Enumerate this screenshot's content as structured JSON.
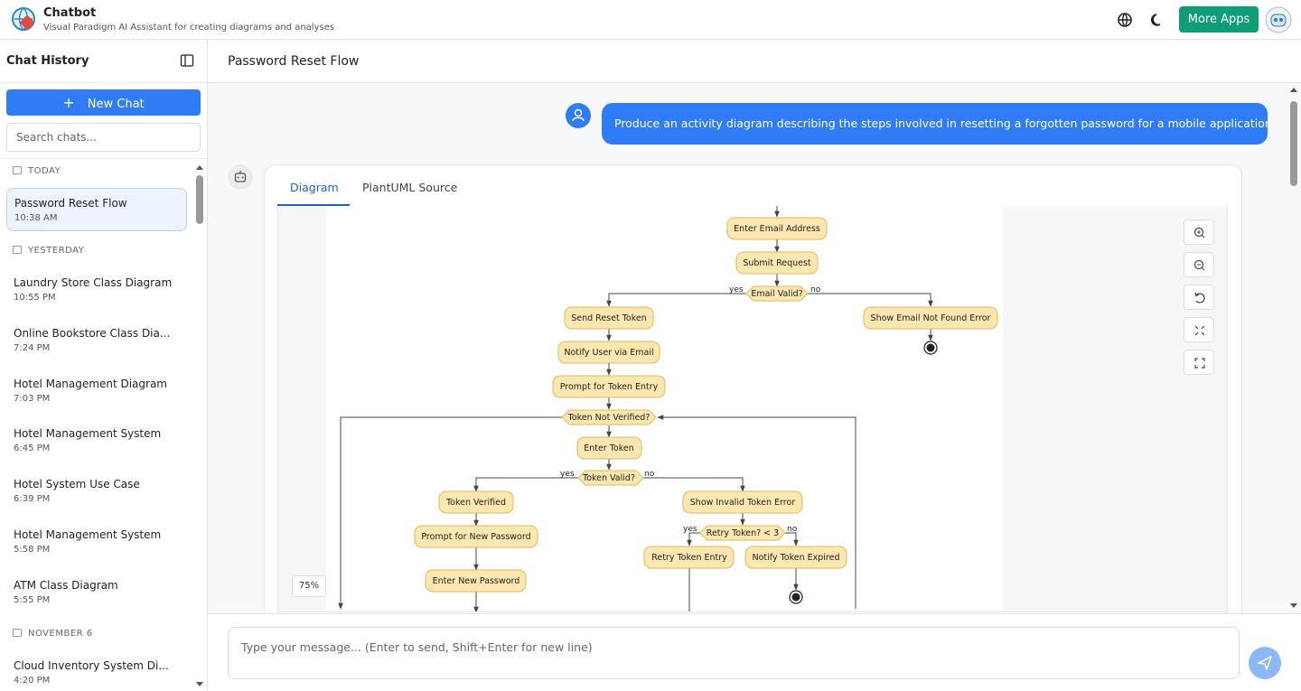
{
  "app": {
    "title": "Chatbot",
    "subtitle": "Visual Paradigm AI Assistant for creating diagrams and analyses",
    "more_apps_label": "More Apps"
  },
  "sidebar": {
    "title": "Chat History",
    "new_chat_label": "New Chat",
    "search_placeholder": "Search chats...",
    "groups": [
      {
        "label": "TODAY",
        "items": [
          {
            "title": "Password Reset Flow",
            "time": "10:38 AM",
            "active": true
          }
        ]
      },
      {
        "label": "YESTERDAY",
        "items": [
          {
            "title": "Laundry Store Class Diagram",
            "time": "10:55 PM"
          },
          {
            "title": "Online Bookstore Class Dia...",
            "time": "7:24 PM"
          },
          {
            "title": "Hotel Management Diagram",
            "time": "7:03 PM"
          },
          {
            "title": "Hotel Management System",
            "time": "6:45 PM"
          },
          {
            "title": "Hotel System Use Case",
            "time": "6:39 PM"
          },
          {
            "title": "Hotel Management System",
            "time": "5:58 PM"
          },
          {
            "title": "ATM Class Diagram",
            "time": "5:55 PM"
          }
        ]
      },
      {
        "label": "NOVEMBER 6",
        "items": [
          {
            "title": "Cloud Inventory System Di...",
            "time": "4:20 PM"
          }
        ]
      }
    ]
  },
  "main": {
    "title": "Password Reset Flow",
    "user_message": "Produce an activity diagram describing the steps involved in resetting a forgotten password for a mobile application.",
    "tabs": [
      {
        "label": "Diagram",
        "active": true
      },
      {
        "label": "PlantUML Source",
        "active": false
      }
    ],
    "zoom_level": "75%",
    "zoom_controls": [
      "zoom-in-icon",
      "zoom-out-icon",
      "reset-icon",
      "fit-icon",
      "fullscreen-icon"
    ]
  },
  "diagram": {
    "nodes": {
      "enter_email": "Enter Email Address",
      "submit": "Submit Request",
      "email_valid": "Email Valid?",
      "send_token": "Send Reset Token",
      "email_error": "Show Email Not Found Error",
      "notify_user": "Notify User via Email",
      "prompt_token": "Prompt for Token Entry",
      "token_not_verified": "Token Not Verified?",
      "enter_token": "Enter Token",
      "token_valid": "Token Valid?",
      "token_verified": "Token Verified",
      "invalid_token": "Show Invalid Token Error",
      "prompt_password": "Prompt for New Password",
      "retry_check": "Retry Token? < 3",
      "retry_entry": "Retry Token Entry",
      "notify_expired": "Notify Token Expired",
      "enter_password": "Enter New Password"
    },
    "labels": {
      "yes": "yes",
      "no": "no"
    }
  },
  "composer": {
    "placeholder": "Type your message... (Enter to send, Shift+Enter for new line)"
  },
  "colors": {
    "accent": "#2f7cf6",
    "more_apps": "#0f9d76",
    "node_fill": "#fde7b0",
    "node_stroke": "#e2b75a"
  }
}
